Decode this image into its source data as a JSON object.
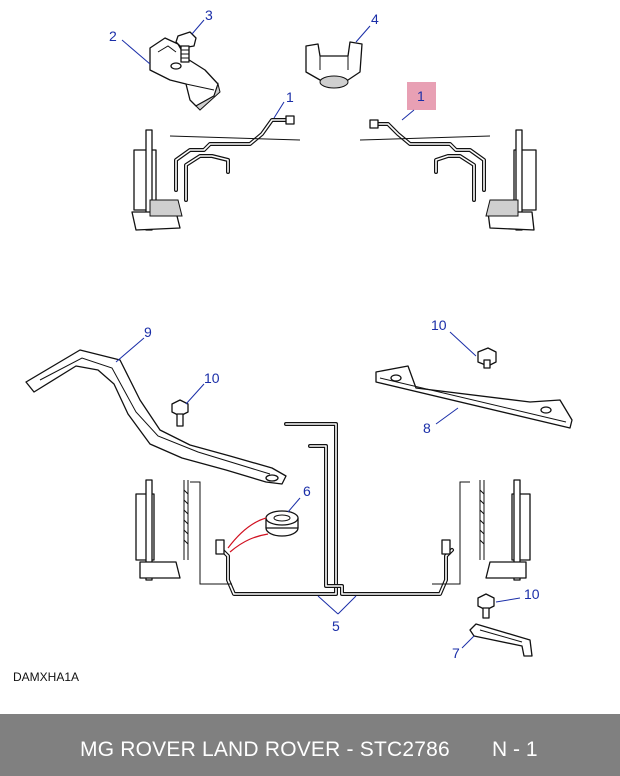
{
  "callouts": {
    "c1a": "1",
    "c1b": "1",
    "c2": "2",
    "c3": "3",
    "c4": "4",
    "c5": "5",
    "c6": "6",
    "c7": "7",
    "c8": "8",
    "c9": "9",
    "c10a": "10",
    "c10b": "10",
    "c10c": "10"
  },
  "highlight_color": "#e8a0b4",
  "callout_color": "#1a2ea8",
  "drawing_code": "DAMXHA1A",
  "footer": {
    "title": "MG ROVER LAND ROVER - STC2786",
    "page": "N - 1",
    "background": "#808080"
  }
}
